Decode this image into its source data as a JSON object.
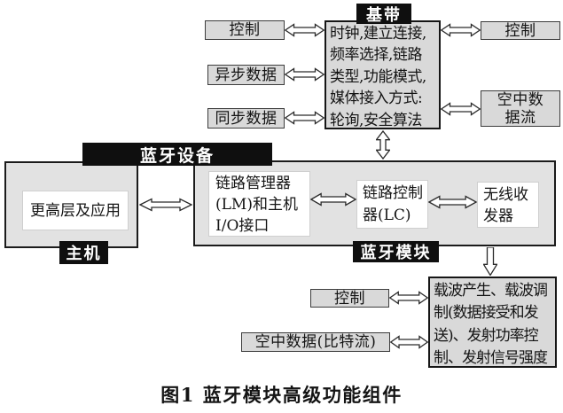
{
  "caption": "图1  蓝牙模块高级功能组件",
  "colors": {
    "box_fill": "#d9d9d9",
    "container_fill": "#e2e2e2",
    "label_bg": "#0f0f0f",
    "label_text": "#ffffff",
    "border": "#1b1b1b"
  },
  "baseband": {
    "label": "基带",
    "body": "时钟,建立连接,\n频率选择,链路\n类型,功能模式,\n媒体接入方式:\n轮询,安全算法",
    "left_ports": [
      {
        "label": "控制"
      },
      {
        "label": "异步数据"
      },
      {
        "label": "同步数据"
      }
    ],
    "right_ports": [
      {
        "label": "控制"
      },
      {
        "label": "空中数\n据流"
      }
    ]
  },
  "device": {
    "label": "蓝牙设备",
    "host": {
      "label": "主机",
      "higher_layers": "更高层及应用"
    },
    "module": {
      "label": "蓝牙模块",
      "link_manager": "链路管理器\n(LM)和主机\nI/O接口",
      "link_controller": "链路控制\n器(LC)",
      "radio": "无线收\n发器"
    }
  },
  "rf": {
    "body": "载波产生、载波调\n制(数据接受和发\n送)、发射功率控\n制、发射信号强度",
    "control": "控制",
    "air_data": "空中数据(比特流)"
  }
}
